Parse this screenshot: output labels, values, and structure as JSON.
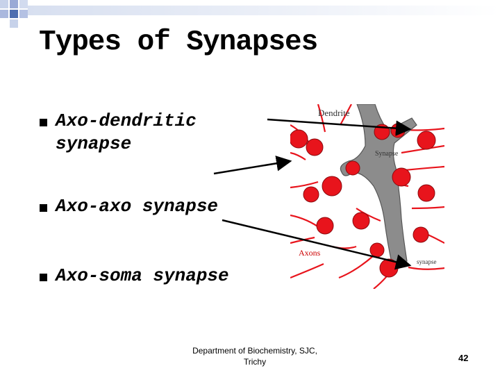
{
  "slide": {
    "title": "Types of Synapses",
    "bullets": [
      {
        "line1": "Axo-dendritic",
        "line2": "synapse"
      },
      {
        "line1": "Axo-axo synapse"
      },
      {
        "line1": "Axo-soma synapse"
      }
    ]
  },
  "figure": {
    "labels": {
      "dendrite": "Dendrite",
      "synapse_top": "Synapse",
      "axons": "Axons",
      "synapse_bottom": "synapse"
    },
    "colors": {
      "axon": "#e8141c",
      "dendrite": "#8c8c8c",
      "background": "#ffffff"
    }
  },
  "footer": {
    "line1": "Department of Biochemistry, SJC,",
    "line2": "Trichy",
    "page_number": "42"
  },
  "colors": {
    "accent": "#4f6fb0"
  }
}
